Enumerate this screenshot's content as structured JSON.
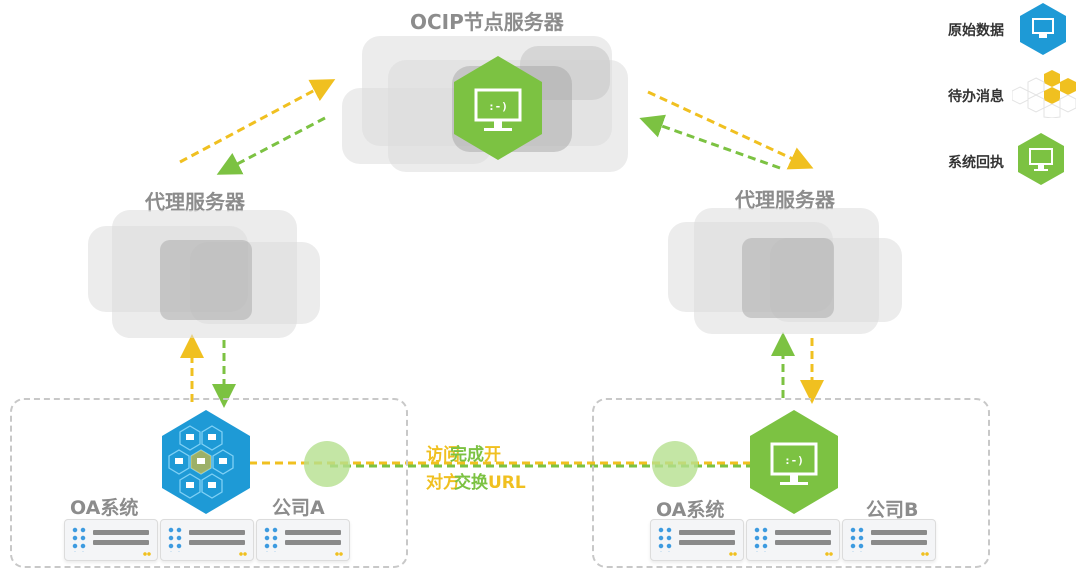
{
  "title_server": "OCIP节点服务器",
  "proxy_left": "代理服务器",
  "proxy_right": "代理服务器",
  "legend": {
    "raw_data": "原始数据",
    "pending": "待办消息",
    "receipt": "系统回执"
  },
  "company_a": {
    "oa": "OA系统",
    "name": "公司A"
  },
  "company_b": {
    "oa": "OA系统",
    "name": "公司B"
  },
  "middle": {
    "line1_a": "访问",
    "line1_b": "完成",
    "line1_c": "开",
    "line2_a": "对方",
    "line2_b": "交换",
    "line2_c": "URL"
  },
  "icon_face": ":-)",
  "colors": {
    "green": "#7cc242",
    "blue": "#1e9ad6",
    "yellow": "#f0c020",
    "gray_text": "#8c8c8c"
  }
}
